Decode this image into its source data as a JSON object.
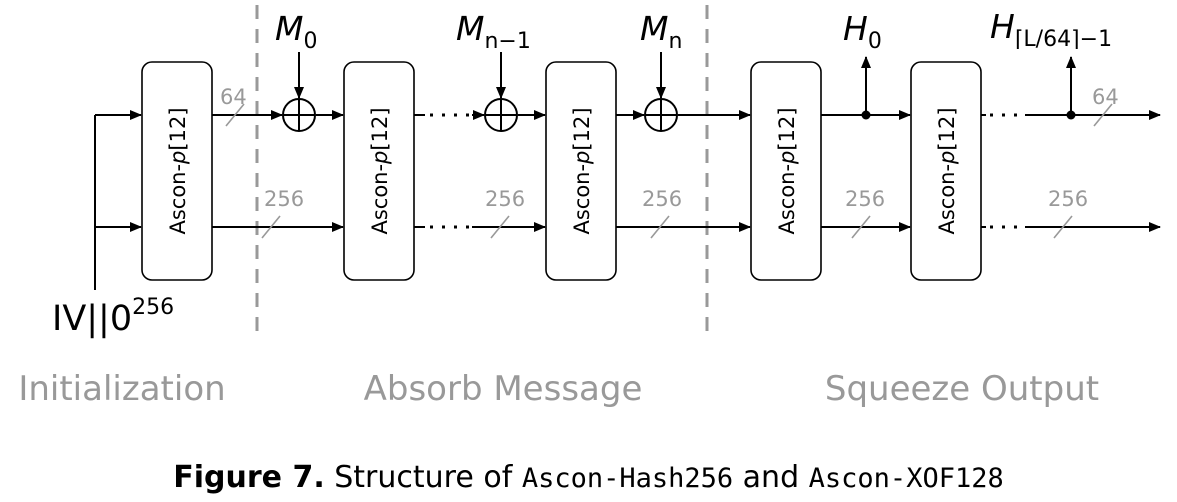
{
  "phases": {
    "initialization": "Initialization",
    "absorb": "Absorb Message",
    "squeeze": "Squeeze Output"
  },
  "permutation": {
    "name": "Ascon-",
    "italic": "p",
    "rounds": "[12]"
  },
  "iv": {
    "base": "IV||0",
    "exponent": "256"
  },
  "inputs": {
    "m0": {
      "base": "M",
      "sub": "0"
    },
    "mn1": {
      "base": "M",
      "sub": "n−1"
    },
    "mn": {
      "base": "M",
      "sub": "n"
    }
  },
  "outputs": {
    "h0": {
      "base": "H",
      "sub": "0"
    },
    "hlast": {
      "base": "H",
      "sub": "⌈L/64⌉−1"
    }
  },
  "widths": {
    "rate": "64",
    "capacity": "256"
  },
  "caption": {
    "figure": "Figure 7.",
    "text1": " Structure of ",
    "name1": "Ascon-Hash256",
    "text2": " and ",
    "name2": "Ascon-XOF128"
  }
}
